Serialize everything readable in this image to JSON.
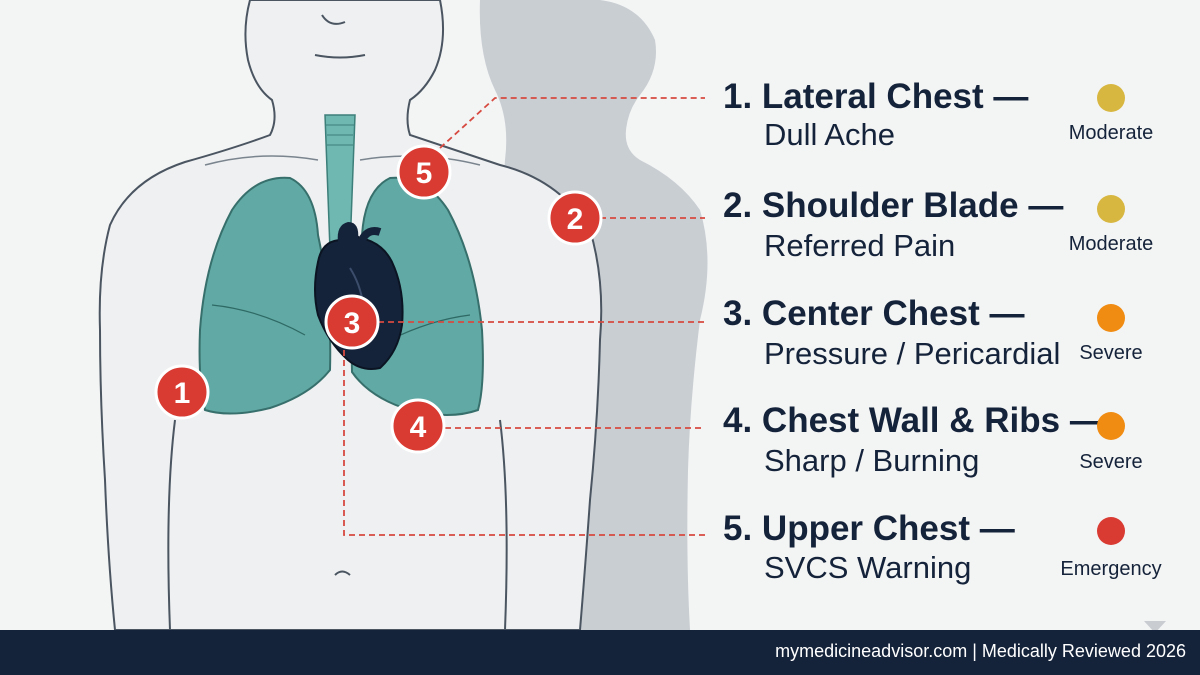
{
  "colors": {
    "background": "#f3f4f4",
    "body_fill": "#eef0f1",
    "body_outline": "#4a5561",
    "silhouette": "#c9ced3",
    "lung_fill": "#5aa6a0",
    "heart_fill": "#15233a",
    "marker_red": "#d93a32",
    "leader_line": "#d64a40",
    "text_dark": "#15233a",
    "footer_bg": "#15233a",
    "footer_text": "#ffffff"
  },
  "severity_colors": {
    "Moderate": "#d8b741",
    "Severe": "#f08c12",
    "Emergency": "#d93a32"
  },
  "markers": [
    {
      "num": "1",
      "name": "marker-1-lateral-chest"
    },
    {
      "num": "2",
      "name": "marker-2-shoulder-blade"
    },
    {
      "num": "3",
      "name": "marker-3-center-chest"
    },
    {
      "num": "4",
      "name": "marker-4-chest-wall"
    },
    {
      "num": "5",
      "name": "marker-5-upper-chest"
    }
  ],
  "legend": [
    {
      "title": "1. Lateral Chest —",
      "sub": "Dull Ache",
      "severity": "Moderate"
    },
    {
      "title": "2. Shoulder Blade —",
      "sub": "Referred Pain",
      "severity": "Moderate"
    },
    {
      "title": "3. Center Chest —",
      "sub": "Pressure / Pericardial",
      "severity": "Severe"
    },
    {
      "title": "4. Chest Wall & Ribs —",
      "sub": "Sharp / Burning",
      "severity": "Severe"
    },
    {
      "title": "5. Upper Chest —",
      "sub": "SVCS Warning",
      "severity": "Emergency"
    }
  ],
  "footer": {
    "text": "mymedicineadvisor.com | Medically Reviewed 2026"
  }
}
